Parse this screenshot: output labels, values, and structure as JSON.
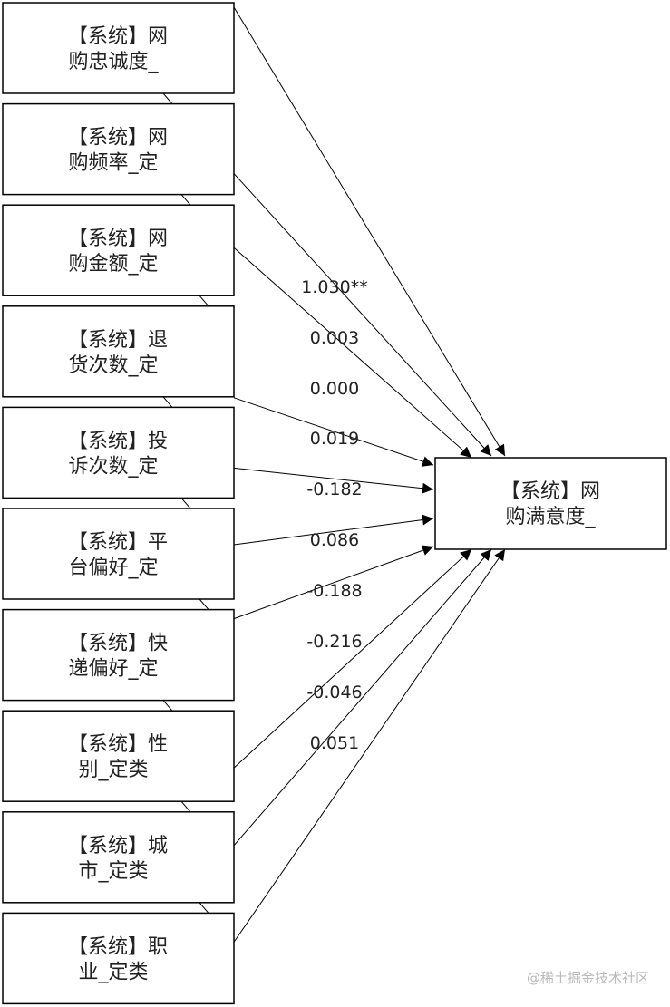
{
  "predictors": [
    {
      "line1": "【系统】网",
      "line2": "购忠诚度_",
      "coefficient": "1.030**"
    },
    {
      "line1": "【系统】网",
      "line2": "购频率_定",
      "coefficient": "0.003"
    },
    {
      "line1": "【系统】网",
      "line2": "购金额_定",
      "coefficient": "0.000"
    },
    {
      "line1": "【系统】退",
      "line2": "货次数_定",
      "coefficient": "0.019"
    },
    {
      "line1": "【系统】投",
      "line2": "诉次数_定",
      "coefficient": "-0.182"
    },
    {
      "line1": "【系统】平",
      "line2": "台偏好_定",
      "coefficient": "0.086"
    },
    {
      "line1": "【系统】快",
      "line2": "递偏好_定",
      "coefficient": "-0.188"
    },
    {
      "line1": "【系统】性",
      "line2": "别_定类",
      "coefficient": "-0.216"
    },
    {
      "line1": "【系统】城",
      "line2": "市_定类",
      "coefficient": "-0.046"
    },
    {
      "line1": "【系统】职",
      "line2": "业_定类",
      "coefficient": "0.051"
    }
  ],
  "outcome": {
    "line1": "【系统】网",
    "line2": "购满意度_"
  },
  "watermark": "@稀土掘金技术社区"
}
